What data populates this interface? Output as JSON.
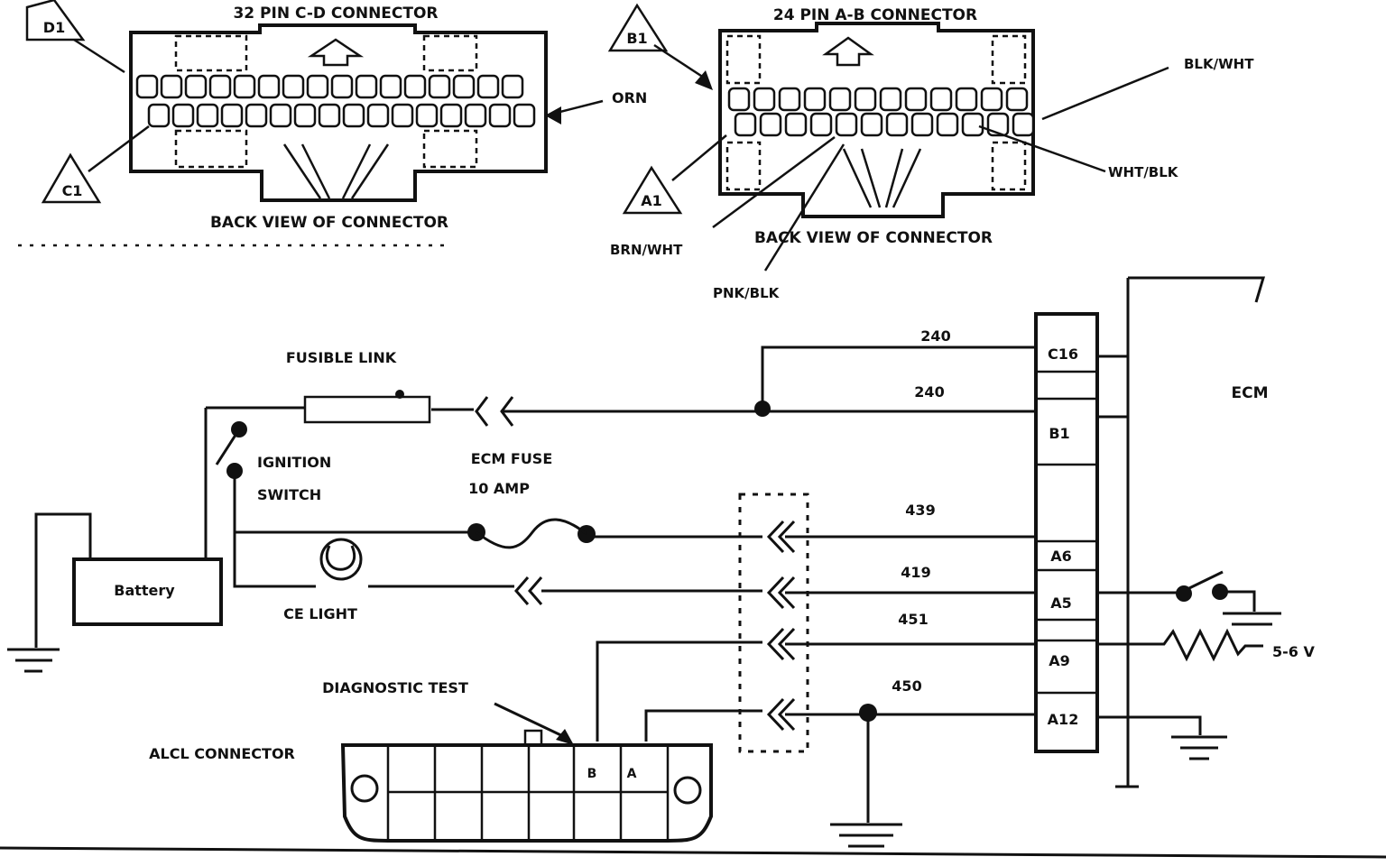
{
  "connectors": {
    "cd_title": "32 PIN C-D CONNECTOR",
    "ab_title": "24 PIN A-B CONNECTOR",
    "cd_back_view": "BACK VIEW OF CONNECTOR",
    "ab_back_view": "BACK VIEW OF CONNECTOR",
    "cd_markers": [
      "D1",
      "C1"
    ],
    "ab_markers": [
      "B1",
      "A1"
    ],
    "wire_labels": {
      "orn": "ORN",
      "blk_wht": "BLK/WHT",
      "wht_blk": "WHT/BLK",
      "brn_wht": "BRN/WHT",
      "pnk_blk": "PNK/BLK"
    }
  },
  "schematic": {
    "fusible_link": "FUSIBLE LINK",
    "ignition_switch": [
      "IGNITION",
      "SWITCH"
    ],
    "ecm_fuse": [
      "ECM FUSE",
      "10 AMP"
    ],
    "battery": "Battery",
    "ce_light": "CE LIGHT",
    "diagnostic_test": "DIAGNOSTIC TEST",
    "alcl_connector": "ALCL CONNECTOR",
    "alcl_pins": [
      "B",
      "A"
    ],
    "ecm": "ECM",
    "circuits": [
      "240",
      "240",
      "439",
      "419",
      "451",
      "450"
    ],
    "ecm_pins": [
      "C16",
      "B1",
      "A6",
      "A5",
      "A9",
      "A12"
    ],
    "voltage": "5-6 V"
  }
}
